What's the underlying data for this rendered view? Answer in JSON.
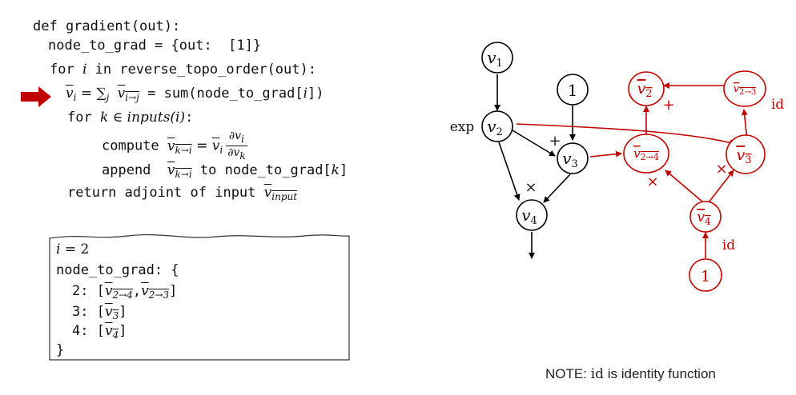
{
  "algorithm": {
    "line1": "def gradient(out):",
    "line2": "node_to_grad = {out:  [1]}",
    "line3_prefix": "for ",
    "line3_var": "i",
    "line3_suffix": " in reverse_topo_order(out):",
    "line4_lhs": "v",
    "line4_lhs_sub": "i",
    "line4_eq": " = ",
    "line4_sum": "∑",
    "line4_sum_sub": "j",
    "line4_term": "v",
    "line4_term_sub": "i→j",
    "line4_code": " = sum(node_to_grad[",
    "line4_code_var": "i",
    "line4_code_end": "])",
    "line5_prefix": "for ",
    "line5_math": "k ∈ inputs(i)",
    "line5_suffix": ":",
    "line6_prefix": "compute ",
    "line6_term": "v",
    "line6_term_sub": "k→i",
    "line6_eq": " = ",
    "line6_v": "v",
    "line6_v_sub": "i",
    "line6_num": "∂v",
    "line6_num_sub": "i",
    "line6_den": "∂v",
    "line6_den_sub": "k",
    "line7_prefix": "append  ",
    "line7_term": "v",
    "line7_term_sub": "k→i",
    "line7_mid": " to node_to_grad[",
    "line7_var": "k",
    "line7_end": "]",
    "line8_prefix": "return adjoint of input ",
    "line8_term": "v",
    "line8_term_sub": "input"
  },
  "current_line_marker": {
    "icon": "red-arrow-icon",
    "color": "#c00000"
  },
  "state": {
    "i_label": "i",
    "i_eq": " = 2",
    "dict_open": "node_to_grad: {",
    "entries": [
      {
        "key": "2: ",
        "open": "[",
        "items": [
          {
            "v": "v",
            "sub": "2→4"
          },
          {
            "v": "v",
            "sub": "2→3"
          }
        ],
        "close": "]"
      },
      {
        "key": "3: ",
        "open": "[",
        "items": [
          {
            "v": "v",
            "sub": "3"
          }
        ],
        "close": "]"
      },
      {
        "key": "4: ",
        "open": "[",
        "items": [
          {
            "v": "v",
            "sub": "4"
          }
        ],
        "close": "]"
      }
    ],
    "dict_close": "}"
  },
  "forward_graph": {
    "color": "#000000",
    "nodes": [
      {
        "id": "v1",
        "label": "v",
        "sub": "1"
      },
      {
        "id": "one",
        "label": "1"
      },
      {
        "id": "v2",
        "label": "v",
        "sub": "2",
        "op": "exp"
      },
      {
        "id": "v3",
        "label": "v",
        "sub": "3",
        "op": "+"
      },
      {
        "id": "v4",
        "label": "v",
        "sub": "4",
        "op": "×"
      }
    ]
  },
  "adjoint_graph": {
    "color": "#c00000",
    "nodes": [
      {
        "id": "v2bar",
        "label": "v",
        "sub": "2",
        "op": "+"
      },
      {
        "id": "v23bar",
        "label": "v",
        "sub": "2→3",
        "op": "id"
      },
      {
        "id": "v24bar",
        "label": "v",
        "sub": "2→4",
        "op": "×"
      },
      {
        "id": "v3bar",
        "label": "v",
        "sub": "3",
        "op": "×"
      },
      {
        "id": "v4bar",
        "label": "v",
        "sub": "4",
        "op": "id"
      },
      {
        "id": "one_r",
        "label": "1"
      }
    ]
  },
  "note": {
    "prefix": "NOTE: ",
    "id_word": "id",
    "suffix": " is identity function"
  }
}
